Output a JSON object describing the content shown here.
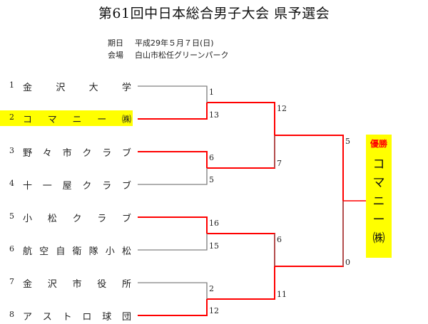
{
  "header": {
    "title": "第61回中日本総合男子大会 県予選会",
    "date_label": "期日",
    "date_value": "平成29年５月７日(日)",
    "venue_label": "会場",
    "venue_value": "白山市松任グリーンパーク"
  },
  "colors": {
    "winner_line": "#ff0000",
    "loser_line": "#808080",
    "highlight": "#ffff00"
  },
  "teams": [
    {
      "seed": "1",
      "chars": [
        "金",
        "沢",
        "大",
        "学"
      ],
      "highlight": false
    },
    {
      "seed": "2",
      "chars": [
        "コ",
        "マ",
        "ニ",
        "ー",
        "㈱"
      ],
      "highlight": true
    },
    {
      "seed": "3",
      "chars": [
        "野",
        "々",
        "市",
        "ク",
        "ラ",
        "ブ"
      ],
      "highlight": false
    },
    {
      "seed": "4",
      "chars": [
        "十",
        "一",
        "屋",
        "ク",
        "ラ",
        "ブ"
      ],
      "highlight": false
    },
    {
      "seed": "5",
      "chars": [
        "小",
        "松",
        "ク",
        "ラ",
        "ブ"
      ],
      "highlight": false
    },
    {
      "seed": "6",
      "chars": [
        "航",
        "空",
        "自",
        "衛",
        "隊",
        "小",
        "松"
      ],
      "highlight": false
    },
    {
      "seed": "7",
      "chars": [
        "金",
        "沢",
        "市",
        "役",
        "所"
      ],
      "highlight": false
    },
    {
      "seed": "8",
      "chars": [
        "ア",
        "ス",
        "ト",
        "ロ",
        "球",
        "団"
      ],
      "highlight": false
    }
  ],
  "round1_scores": [
    "1",
    "13",
    "6",
    "5",
    "16",
    "15",
    "2",
    "12"
  ],
  "round2_scores": [
    "12",
    "7",
    "6",
    "11"
  ],
  "final_scores": [
    "5",
    "0"
  ],
  "winner": {
    "label": "優勝",
    "name_chars": [
      "コ",
      "マ",
      "ニ",
      "ー",
      "㈱"
    ]
  }
}
